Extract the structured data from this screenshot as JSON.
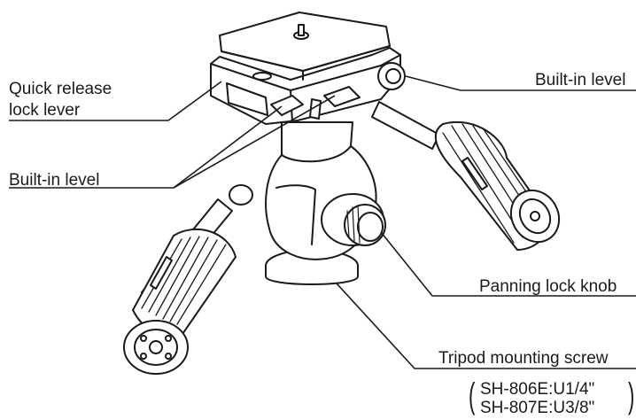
{
  "labels": {
    "quick_release_line1": "Quick release",
    "quick_release_line2": "lock lever",
    "built_in_level_left": "Built-in level",
    "built_in_level_right": "Built-in level",
    "panning_lock_knob": "Panning lock knob",
    "tripod_mounting_screw": "Tripod mounting screw",
    "model_1": "SH-806E:U1/4\"",
    "model_2": "SH-807E:U3/8\""
  }
}
